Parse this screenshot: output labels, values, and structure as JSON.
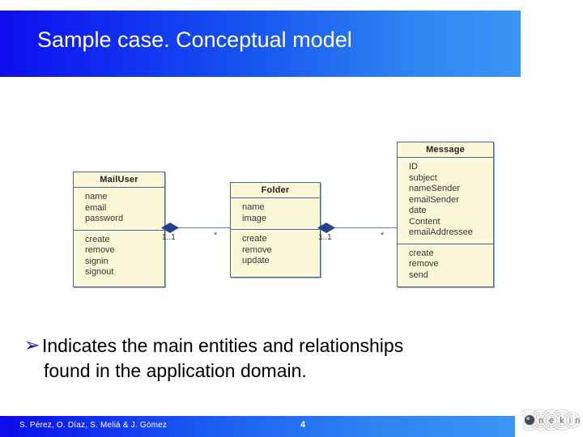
{
  "slide": {
    "title": "Sample case. Conceptual model",
    "bullet_marker": "➢",
    "bullet_line1": "Indicates the main entities and relationships",
    "bullet_line2": "found in the application domain.",
    "accent_dark_blue": "#0d0df0",
    "accent_light_blue": "#3a95f5",
    "class_fill": "#fbf8d8",
    "class_border": "#4a6a92",
    "diamond_color": "#23428c"
  },
  "diagram": {
    "type": "uml-class-diagram",
    "classes": [
      {
        "id": "mailuser",
        "name": "MailUser",
        "attributes": [
          "name",
          "email",
          "password"
        ],
        "operations": [
          "create",
          "remove",
          "signin",
          "signout"
        ]
      },
      {
        "id": "folder",
        "name": "Folder",
        "attributes": [
          "name",
          "image"
        ],
        "operations": [
          "create",
          "remove",
          "update"
        ]
      },
      {
        "id": "message",
        "name": "Message",
        "attributes": [
          "ID",
          "subject",
          "nameSender",
          "emailSender",
          "date",
          "Content",
          "emailAddressee"
        ],
        "operations": [
          "create",
          "remove",
          "send"
        ]
      }
    ],
    "associations": [
      {
        "id": "mailuser-folder",
        "kind": "composition",
        "source": "MailUser",
        "target": "Folder",
        "source_multiplicity": "1..1",
        "target_multiplicity": "*"
      },
      {
        "id": "folder-message",
        "kind": "composition",
        "source": "Folder",
        "target": "Message",
        "source_multiplicity": "1..1",
        "target_multiplicity": "*"
      }
    ]
  },
  "footer": {
    "authors": "S. Pérez, O. Díaz, S. Meliá & J. Gómez",
    "page_number": "4",
    "logo_text": "nekin"
  }
}
